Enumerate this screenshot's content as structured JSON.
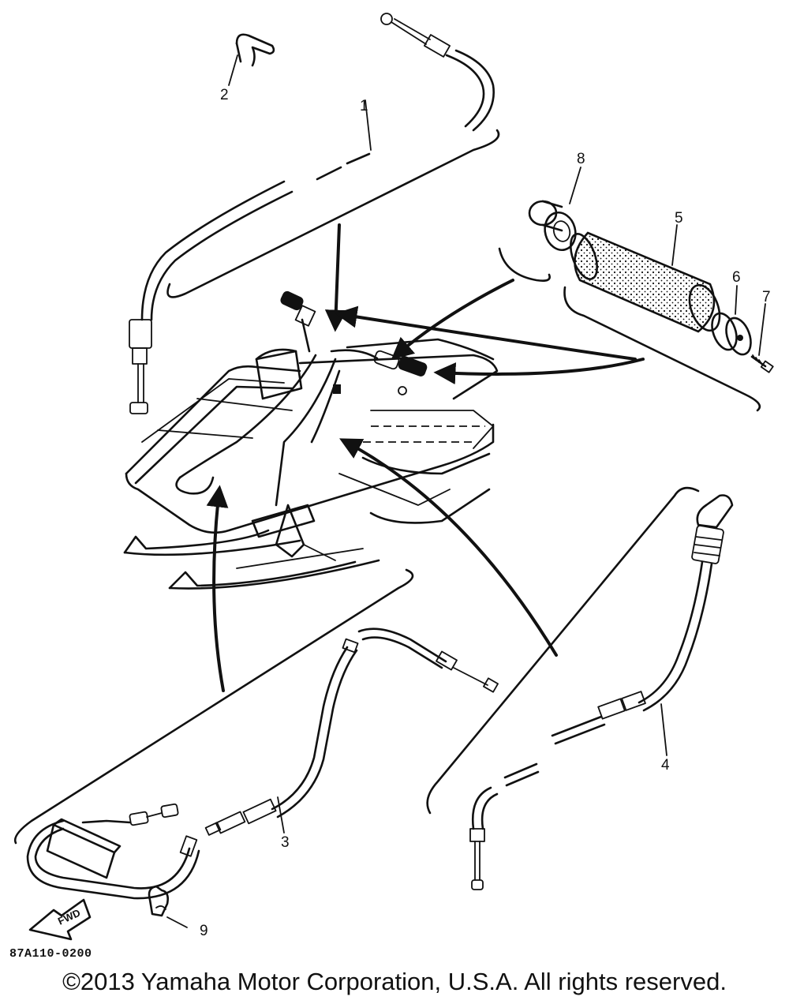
{
  "callouts": [
    {
      "number": "1"
    },
    {
      "number": "2"
    },
    {
      "number": "3"
    },
    {
      "number": "4"
    },
    {
      "number": "5"
    },
    {
      "number": "6"
    },
    {
      "number": "7"
    },
    {
      "number": "8"
    },
    {
      "number": "9"
    }
  ],
  "fwd_label": "FWD",
  "diagram_code": "87A110-0200",
  "copyright": "©2013 Yamaha Motor Corporation, U.S.A. All rights reserved."
}
